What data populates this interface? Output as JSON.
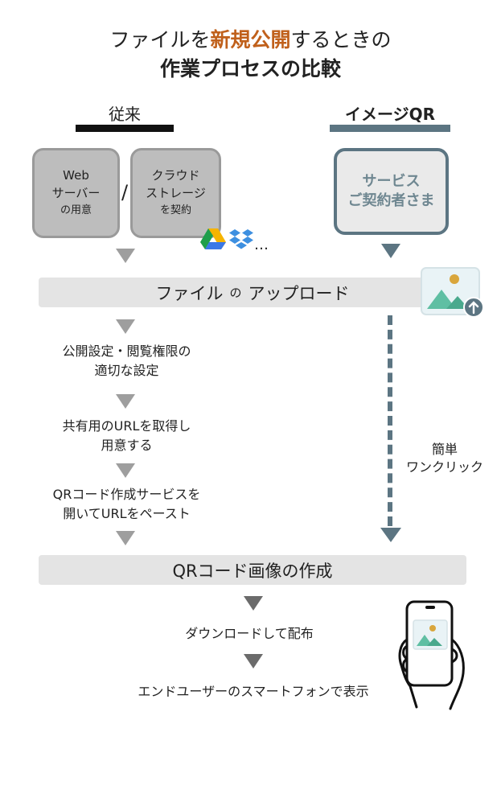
{
  "title": {
    "line1_pre": "ファイルを",
    "line1_accent": "新規公開",
    "line1_post": "するときの",
    "line2": "作業プロセスの比較"
  },
  "left_column": {
    "heading": "従来",
    "box1": [
      "Web",
      "サーバー",
      "の用意"
    ],
    "separator": "/",
    "box2": [
      "クラウド",
      "ストレージ",
      "を契約"
    ],
    "ellipsis": "…"
  },
  "right_column": {
    "heading": "イメージQR",
    "box": [
      "サービス",
      "ご契約者さま"
    ],
    "note": [
      "簡単",
      "ワンクリック"
    ]
  },
  "upload_band": {
    "text_pre": "ファイル",
    "text_particle": "の",
    "text_post": "アップロード"
  },
  "steps": [
    [
      "公開設定・閲覧権限の",
      "適切な設定"
    ],
    [
      "共有用のURLを取得し",
      "用意する"
    ],
    [
      "QRコード作成サービスを",
      "開いてURLをペースト"
    ]
  ],
  "qr_band": {
    "text": "QRコード画像の作成"
  },
  "after_steps": [
    "ダウンロードして配布",
    "エンドユーザーのスマートフォンで表示"
  ],
  "colors": {
    "accent": "#c0601b",
    "right_blue": "#5c7582",
    "right_text": "#6f8791",
    "left_gray_box": "#bdbdbd",
    "band_gray": "#e4e4e4"
  },
  "icons": [
    "google-drive-icon",
    "dropbox-icon",
    "image-upload-icon",
    "smartphone-hand-icon"
  ]
}
